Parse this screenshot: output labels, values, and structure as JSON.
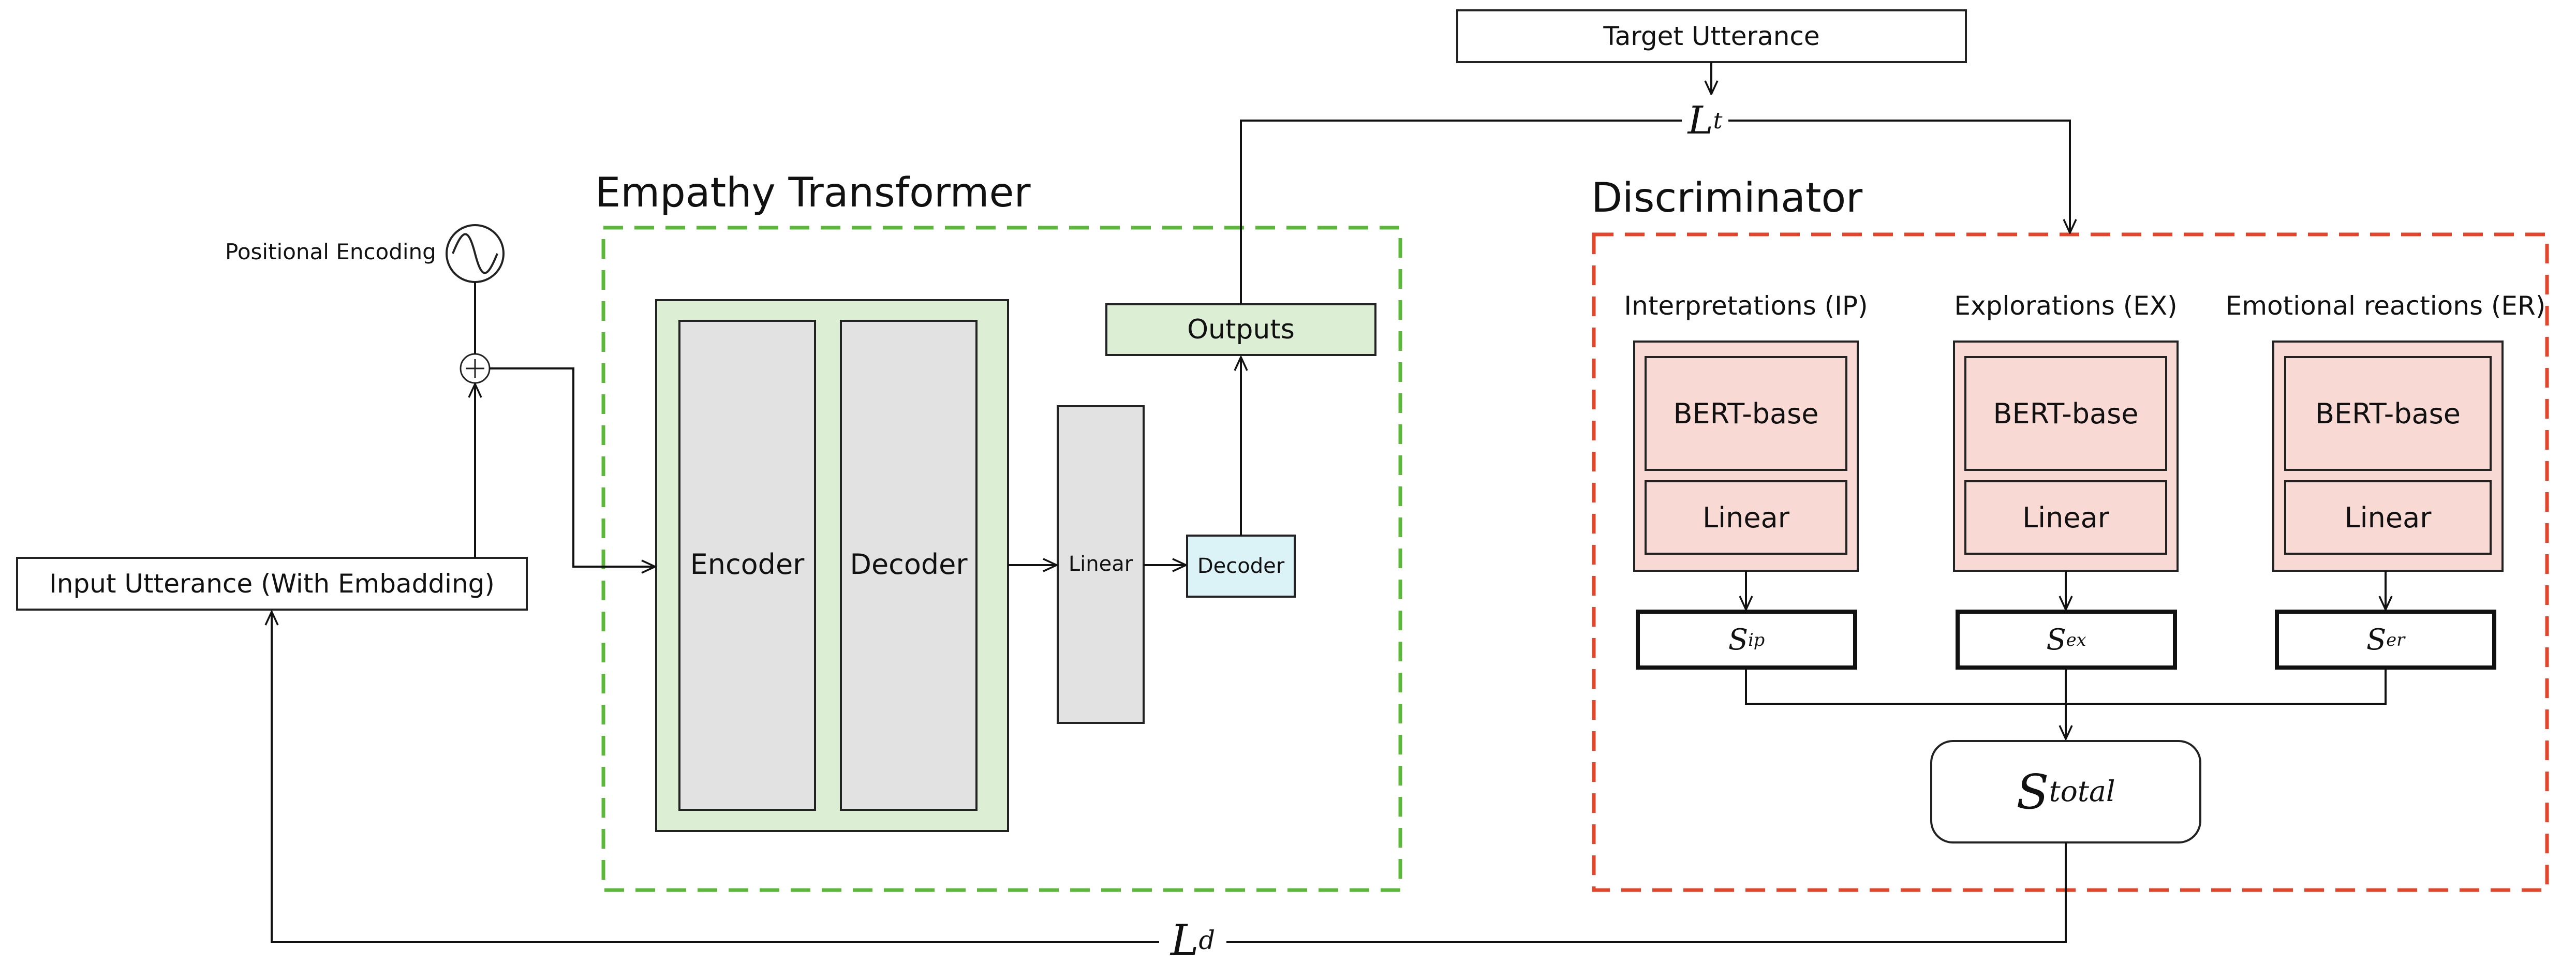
{
  "target_utterance": "Target Utterance",
  "input_utterance": "Input Utterance (With Embadding)",
  "positional_encoding": "Positional Encoding",
  "empathy_transformer": {
    "title": "Empathy Transformer",
    "encoder": "Encoder",
    "decoder": "Decoder",
    "linear": "Linear",
    "decoder_small": "Decoder",
    "outputs": "Outputs"
  },
  "discriminator": {
    "title": "Discriminator",
    "branches": [
      {
        "title": "Interpretations (IP)",
        "bert": "BERT-base",
        "linear": "Linear",
        "score_sym": "S",
        "score_sub": "ip"
      },
      {
        "title": "Explorations (EX)",
        "bert": "BERT-base",
        "linear": "Linear",
        "score_sym": "S",
        "score_sub": "ex"
      },
      {
        "title": "Emotional reactions (ER)",
        "bert": "BERT-base",
        "linear": "Linear",
        "score_sym": "S",
        "score_sub": "er"
      }
    ],
    "total_sym": "S",
    "total_sub": "total"
  },
  "losses": {
    "lt_sym": "L",
    "lt_sub": "t",
    "ld_sym": "L",
    "ld_sub": "d"
  },
  "colors": {
    "transformer_border": "#5cb83a",
    "discriminator_border": "#e2452a",
    "green_fill": "#dcefd4",
    "gray_fill": "#e2e2e2",
    "pink_fill": "#f9d9d3",
    "cyan_fill": "#dbf3f7"
  }
}
